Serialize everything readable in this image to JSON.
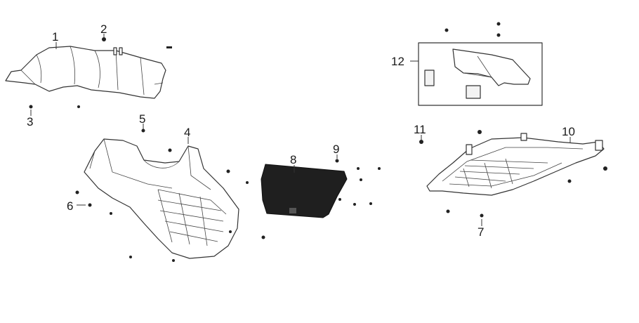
{
  "diagram": {
    "callouts": [
      {
        "id": "c1",
        "label": "1"
      },
      {
        "id": "c2",
        "label": "2"
      },
      {
        "id": "c3",
        "label": "3"
      },
      {
        "id": "c4",
        "label": "4"
      },
      {
        "id": "c5",
        "label": "5"
      },
      {
        "id": "c6",
        "label": "6"
      },
      {
        "id": "c7",
        "label": "7"
      },
      {
        "id": "c8",
        "label": "8"
      },
      {
        "id": "c9",
        "label": "9"
      },
      {
        "id": "c10",
        "label": "10"
      },
      {
        "id": "c11",
        "label": "11"
      },
      {
        "id": "c12",
        "label": "12"
      }
    ],
    "colors": {
      "line": "#333333",
      "panel": "#1a1a1a",
      "background": "#ffffff"
    }
  }
}
